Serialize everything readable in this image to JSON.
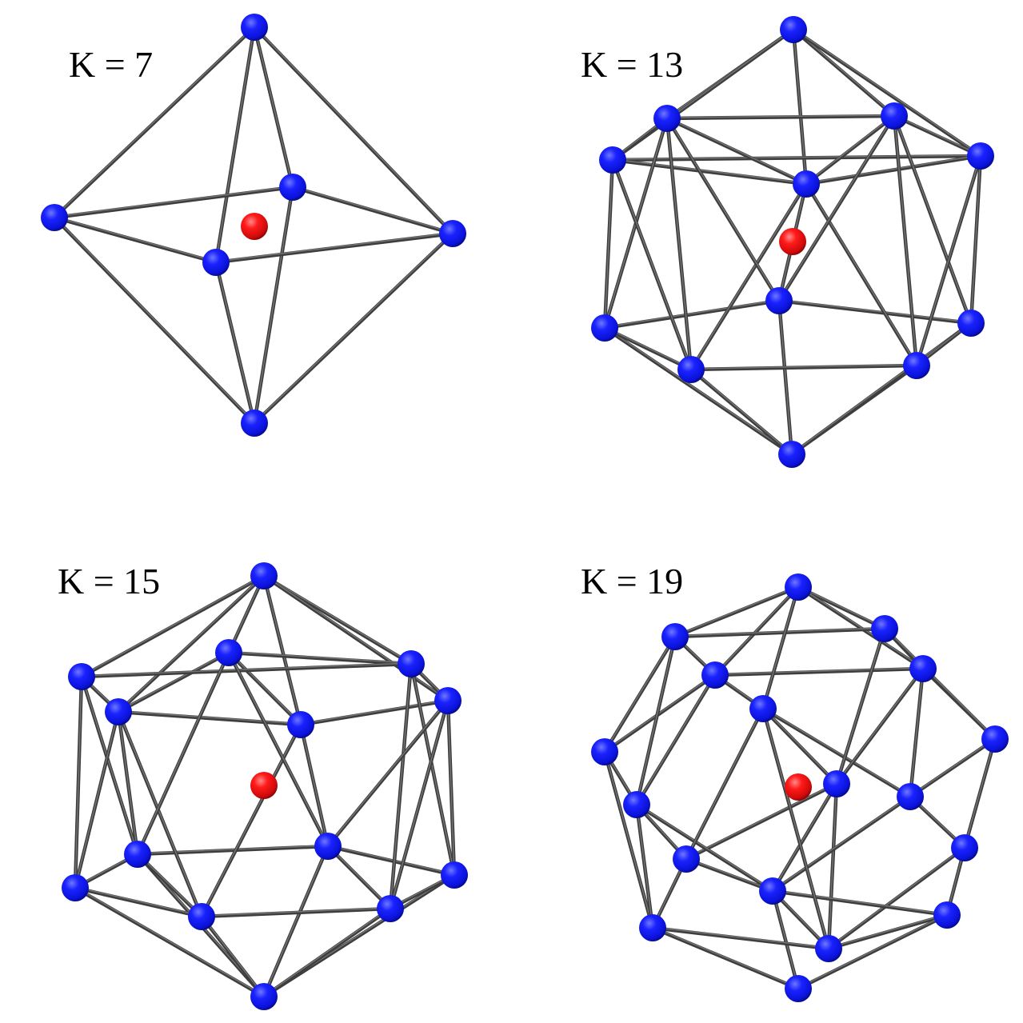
{
  "colors": {
    "background": "#ffffff",
    "edge": "#3e3e3e",
    "outer_atom": "#0a12e8",
    "center_atom": "#e80a0a"
  },
  "panels": [
    {
      "id": "k7",
      "label": "K = 7"
    },
    {
      "id": "k13",
      "label": "K = 13"
    },
    {
      "id": "k15",
      "label": "K = 15"
    },
    {
      "id": "k19",
      "label": "K = 19"
    }
  ]
}
